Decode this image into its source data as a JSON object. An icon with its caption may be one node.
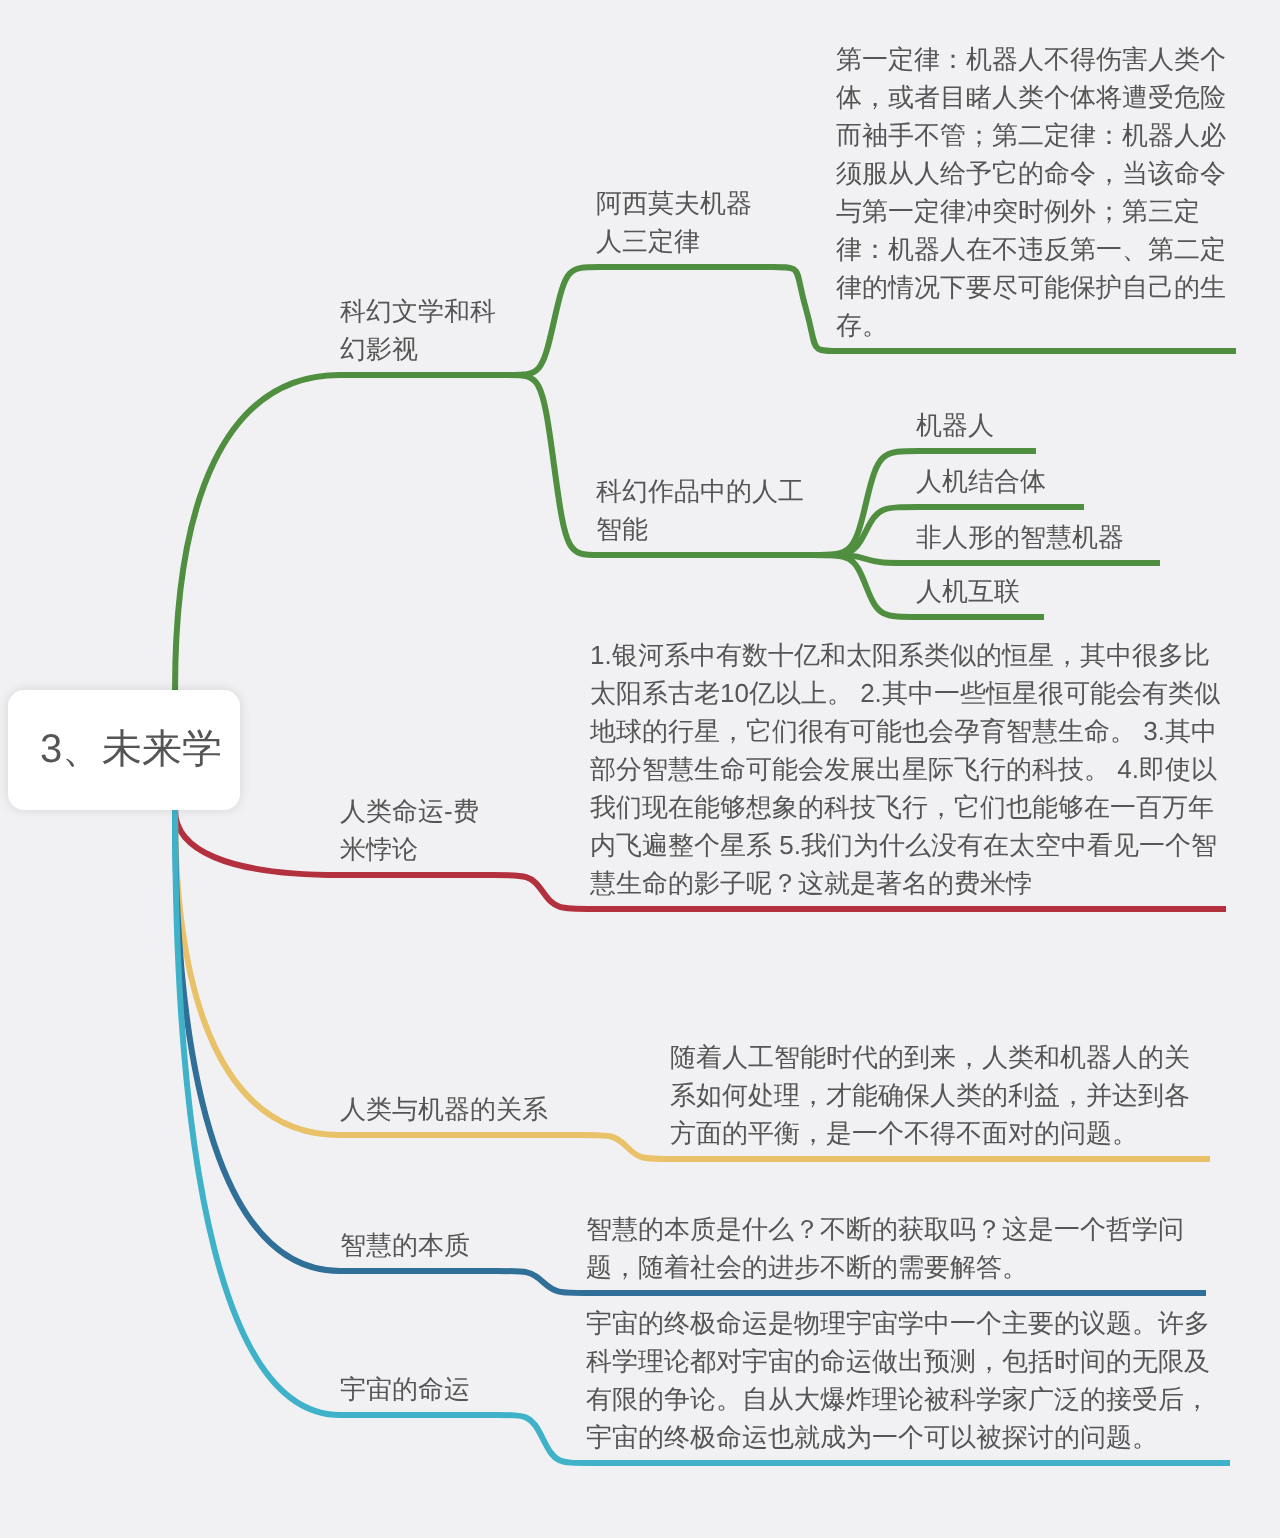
{
  "diagram": {
    "nodes": [
      {
        "text": [
          "3、未来学"
        ]
      },
      {
        "text": [
          "科幻文学和科幻影视"
        ]
      },
      {
        "text": [
          "阿西莫夫机器人三定律"
        ]
      },
      {
        "text": [
          "第一定律：机器人不得伤害人类个体，或者目睹人类个体将遭受危险而袖手不管；第二定律：机器人必须服从人给予它的命令，当该命令与第一定律冲突时例外；第三定律：机器人在不违反第一、第二定律的情况下要尽可能保护自己的生存。"
        ]
      },
      {
        "text": [
          "科幻作品中的人工智能"
        ]
      },
      {
        "text": [
          "机器人"
        ]
      },
      {
        "text": [
          "人机结合体"
        ]
      },
      {
        "text": [
          "非人形的智慧机器"
        ]
      },
      {
        "text": [
          "人机互联"
        ]
      },
      {
        "text": [
          "人类命运-费米悖论"
        ]
      },
      {
        "text": [
          "1.银河系中有数十亿和太阳系类似的恒星，其中很多比太阳系古老10亿以上。 2.其中一些恒星很可能会有类似地球的行星，它们很有可能也会孕育智慧生命。 3.其中部分智慧生命可能会发展出星际飞行的科技。 4.即使以我们现在能够想象的科技飞行，它们也能够在一百万年内飞遍整个星系 5.我们为什么没有在太空中看见一个智慧生命的影子呢？这就是著名的费米悖"
        ]
      },
      {
        "text": [
          "人类与机器的关系"
        ]
      },
      {
        "text": [
          "随着人工智能时代的到来，人类和机器人的关系如何处理，才能确保人类的利益，并达到各方面的平衡，是一个不得不面对的问题。"
        ]
      },
      {
        "text": [
          "智慧的本质"
        ]
      },
      {
        "text": [
          "智慧的本质是什么？不断的获取吗？这是一个哲学问题，随着社会的进步不断的需要解答。"
        ]
      },
      {
        "text": [
          "宇宙的命运"
        ]
      },
      {
        "text": [
          "宇宙的终极命运是物理宇宙学中一个主要的议题。许多科学理论都对宇宙的命运做出预测，包括时间的无限及有限的争论。自从大爆炸理论被科学家广泛的接受后，宇宙的终极命运也就成为一个可以被探讨的问题。"
        ]
      }
    ],
    "edges": [
      {
        "from": 0,
        "to": 1,
        "arrow": "none"
      },
      {
        "from": 1,
        "to": 2,
        "arrow": "none"
      },
      {
        "from": 2,
        "to": 3,
        "arrow": "none"
      },
      {
        "from": 1,
        "to": 4,
        "arrow": "none"
      },
      {
        "from": 4,
        "to": 5,
        "arrow": "none"
      },
      {
        "from": 4,
        "to": 6,
        "arrow": "none"
      },
      {
        "from": 4,
        "to": 7,
        "arrow": "none"
      },
      {
        "from": 4,
        "to": 8,
        "arrow": "none"
      },
      {
        "from": 0,
        "to": 9,
        "arrow": "none",
        "color": "#b3313f"
      },
      {
        "from": 9,
        "to": 10,
        "arrow": "none",
        "color": "#b3313f"
      },
      {
        "from": 0,
        "to": 11,
        "arrow": "none",
        "color": "#e9c169"
      },
      {
        "from": 11,
        "to": 12,
        "arrow": "none",
        "color": "#e9c169"
      },
      {
        "from": 0,
        "to": 13,
        "arrow": "none",
        "color": "#2f6f98"
      },
      {
        "from": 13,
        "to": 14,
        "arrow": "none",
        "color": "#2f6f98"
      },
      {
        "from": 0,
        "to": 15,
        "arrow": "none",
        "color": "#3fb2c9"
      },
      {
        "from": 15,
        "to": 16,
        "arrow": "none",
        "color": "#3fb2c9"
      }
    ]
  }
}
